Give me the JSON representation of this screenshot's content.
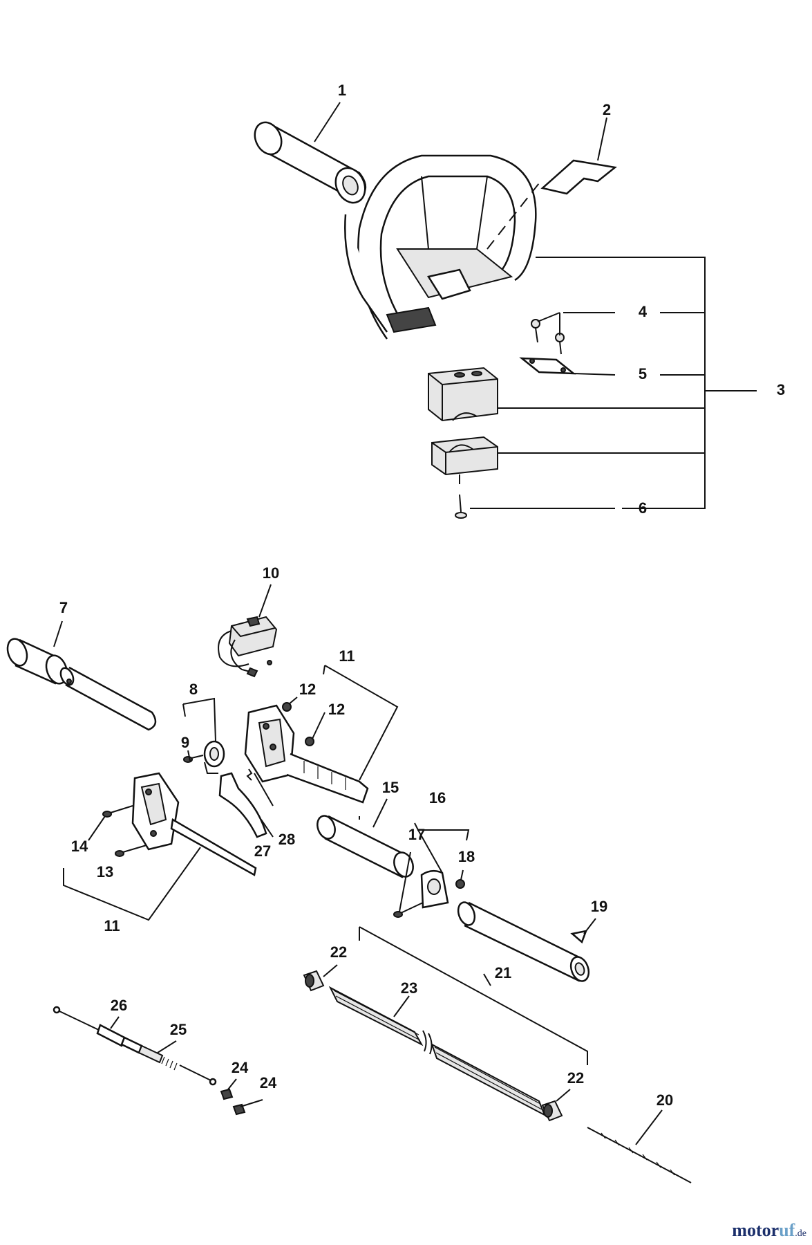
{
  "labels": {
    "p1": "1",
    "p2": "2",
    "p3": "3",
    "p4": "4",
    "p5": "5",
    "p6": "6",
    "p7": "7",
    "p8": "8",
    "p9": "9",
    "p10": "10",
    "p11a": "11",
    "p11b": "11",
    "p12a": "12",
    "p12b": "12",
    "p13": "13",
    "p14": "14",
    "p15": "15",
    "p16": "16",
    "p17": "17",
    "p18": "18",
    "p19": "19",
    "p20": "20",
    "p21": "21",
    "p22a": "22",
    "p22b": "22",
    "p23": "23",
    "p24a": "24",
    "p24b": "24",
    "p25": "25",
    "p26": "26",
    "p27": "27",
    "p28": "28"
  },
  "watermark": {
    "brand": "motor",
    "brand_accent": "uf",
    "tld": ".de"
  }
}
